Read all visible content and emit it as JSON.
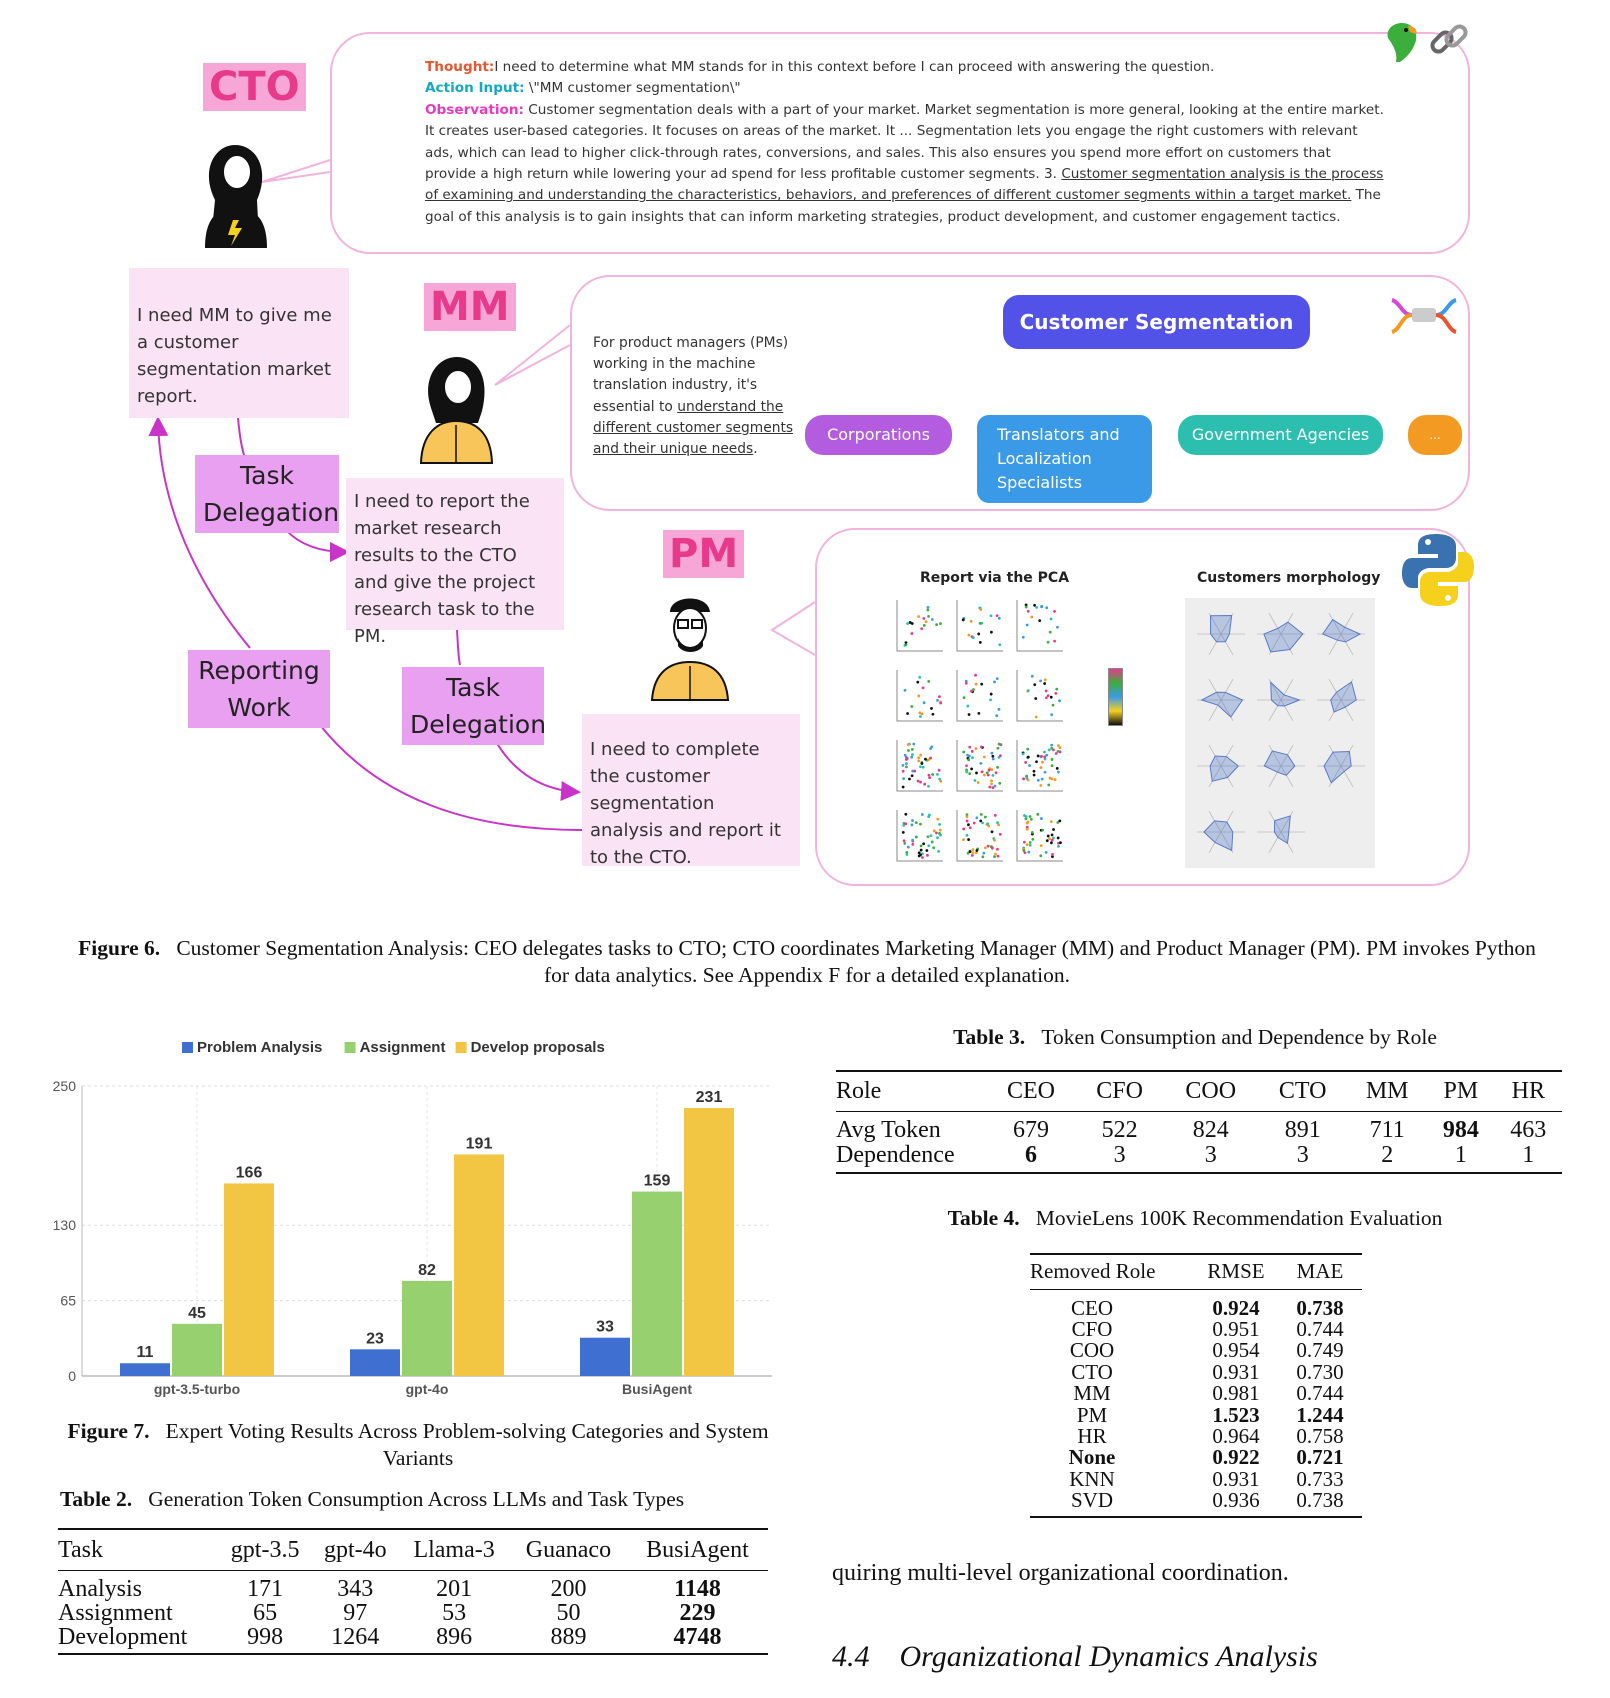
{
  "figure6": {
    "roles": {
      "cto": "CTO",
      "mm": "MM",
      "pm": "PM"
    },
    "cto_bubble": {
      "thought_label": "Thought:",
      "thought_text": "I need to determine what MM stands for in this context before I can proceed with answering the question.",
      "action_label": "Action Input:",
      "action_text": " \\\"MM customer segmentation\\\"",
      "observation_label": "Observation:",
      "observation_text": " Customer segmentation deals with a part of your market. Market segmentation is more general, looking at the entire market. It creates user-based categories. It focuses on areas of the market. It ... Segmentation lets you engage the right customers with relevant ads, which can lead to higher click-through rates, conversions, and sales. This also ensures you spend more effort on customers that provide a high return while lowering your ad spend for less profitable customer segments. 3. ",
      "observation_underlined": "Customer segmentation analysis is the process of examining and understanding the characteristics, behaviors, and preferences of different customer segments within a target market.",
      "observation_tail": " The goal of this analysis is to gain insights that can inform marketing strategies, product development, and customer engagement tactics."
    },
    "notes": {
      "cto_note": "I need MM to give me a customer segmentation market report.",
      "mm_note": "I need to report the market research results to the CTO and give the project research task to the PM.",
      "pm_note": "I need to complete the customer segmentation analysis and report it to the CTO."
    },
    "tags": {
      "task_delegation_1": "Task Delegation",
      "reporting_work": "Reporting Work",
      "task_delegation_2": "Task Delegation"
    },
    "mm_bubble": {
      "text_start": "For product managers (PMs) working in the machine translation industry, it's essential to ",
      "text_underlined": "understand the different customer segments and their unique needs",
      "text_end": ".",
      "root": "Customer Segmentation",
      "children": [
        "Corporations",
        "Translators and Localization Specialists",
        "Government Agencies",
        "..."
      ]
    },
    "pm_bubble": {
      "left_title": "Report via the PCA",
      "right_title": "Customers morphology"
    },
    "icons": [
      "parrot-icon",
      "chain-link-icon",
      "mind-map-icon",
      "python-icon"
    ],
    "caption_label": "Figure 6.",
    "caption_text": "Customer Segmentation Analysis: CEO delegates tasks to CTO; CTO coordinates Marketing Manager (MM) and Product Manager (PM). PM invokes Python for data analytics. See Appendix F for a detailed explanation."
  },
  "chart_data": {
    "type": "bar",
    "categories": [
      "gpt-3.5-turbo",
      "gpt-4o",
      "BusiAgent"
    ],
    "series": [
      {
        "name": "Problem Analysis",
        "values": [
          11,
          23,
          33
        ],
        "color": "#3f6fd1"
      },
      {
        "name": "Assignment",
        "values": [
          45,
          82,
          159
        ],
        "color": "#96d06f"
      },
      {
        "name": "Develop proposals",
        "values": [
          166,
          191,
          231
        ],
        "color": "#f2c543"
      }
    ],
    "yticks": [
      0,
      65,
      130,
      250
    ],
    "ylim": [
      0,
      250
    ],
    "legend_position": "top",
    "grid": true
  },
  "figure7": {
    "caption_label": "Figure 7.",
    "caption_text": "Expert Voting Results Across Problem-solving Categories and System Variants"
  },
  "table3": {
    "label": "Table 3.",
    "title": "Token Consumption and Dependence by Role",
    "headers": [
      "Role",
      "CEO",
      "CFO",
      "COO",
      "CTO",
      "MM",
      "PM",
      "HR"
    ],
    "rows": [
      {
        "name": "Avg Token",
        "values": [
          "679",
          "522",
          "824",
          "891",
          "711",
          "984",
          "463"
        ],
        "bold": [
          false,
          false,
          false,
          false,
          false,
          true,
          false
        ]
      },
      {
        "name": "Dependence",
        "values": [
          "6",
          "3",
          "3",
          "3",
          "2",
          "1",
          "1"
        ],
        "bold": [
          true,
          false,
          false,
          false,
          false,
          false,
          false
        ]
      }
    ]
  },
  "table4": {
    "label": "Table 4.",
    "title": "MovieLens 100K Recommendation Evaluation",
    "headers": [
      "Removed Role",
      "RMSE",
      "MAE"
    ],
    "rows": [
      {
        "role": "CEO",
        "rmse": "0.924",
        "mae": "0.738",
        "bold_role": false,
        "bold_vals": true
      },
      {
        "role": "CFO",
        "rmse": "0.951",
        "mae": "0.744",
        "bold_role": false,
        "bold_vals": false
      },
      {
        "role": "COO",
        "rmse": "0.954",
        "mae": "0.749",
        "bold_role": false,
        "bold_vals": false
      },
      {
        "role": "CTO",
        "rmse": "0.931",
        "mae": "0.730",
        "bold_role": false,
        "bold_vals": false
      },
      {
        "role": "MM",
        "rmse": "0.981",
        "mae": "0.744",
        "bold_role": false,
        "bold_vals": false
      },
      {
        "role": "PM",
        "rmse": "1.523",
        "mae": "1.244",
        "bold_role": false,
        "bold_vals": true
      },
      {
        "role": "HR",
        "rmse": "0.964",
        "mae": "0.758",
        "bold_role": false,
        "bold_vals": false
      },
      {
        "role": "None",
        "rmse": "0.922",
        "mae": "0.721",
        "bold_role": true,
        "bold_vals": true
      },
      {
        "role": "KNN",
        "rmse": "0.931",
        "mae": "0.733",
        "bold_role": false,
        "bold_vals": false
      },
      {
        "role": "SVD",
        "rmse": "0.936",
        "mae": "0.738",
        "bold_role": false,
        "bold_vals": false
      }
    ]
  },
  "table2": {
    "label": "Table 2.",
    "title": "Generation Token Consumption Across LLMs and Task Types",
    "headers": [
      "Task",
      "gpt-3.5",
      "gpt-4o",
      "Llama-3",
      "Guanaco",
      "BusiAgent"
    ],
    "rows": [
      {
        "name": "Analysis",
        "values": [
          "171",
          "343",
          "201",
          "200",
          "1148"
        ]
      },
      {
        "name": "Assignment",
        "values": [
          "65",
          "97",
          "53",
          "50",
          "229"
        ]
      },
      {
        "name": "Development",
        "values": [
          "998",
          "1264",
          "896",
          "889",
          "4748"
        ]
      }
    ],
    "bold_column": 4
  },
  "body_text": "quiring multi-level organizational coordination.",
  "section": {
    "number": "4.4",
    "title": "Organizational Dynamics Analysis"
  }
}
